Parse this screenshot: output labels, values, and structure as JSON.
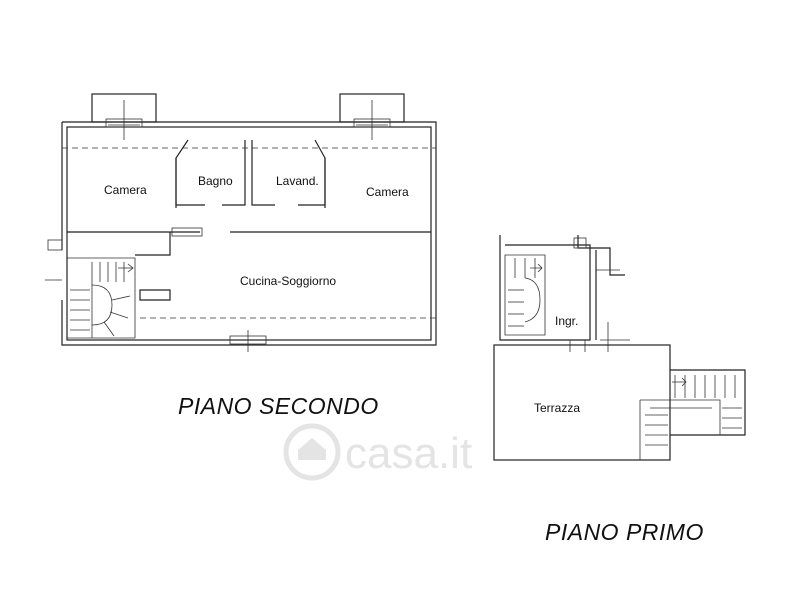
{
  "floors": {
    "secondo": {
      "title": "PIANO SECONDO",
      "rooms": {
        "camera_left": "Camera",
        "bagno": "Bagno",
        "lavanderia": "Lavand.",
        "camera_right": "Camera",
        "cucina_soggiorno": "Cucina-Soggiorno"
      }
    },
    "primo": {
      "title": "PIANO PRIMO",
      "rooms": {
        "ingresso": "Ingr.",
        "terrazza": "Terrazza"
      }
    }
  },
  "watermark": {
    "text": "casa.it",
    "color": "#e4e4e4"
  },
  "colors": {
    "line": "#222222",
    "background": "#ffffff"
  }
}
